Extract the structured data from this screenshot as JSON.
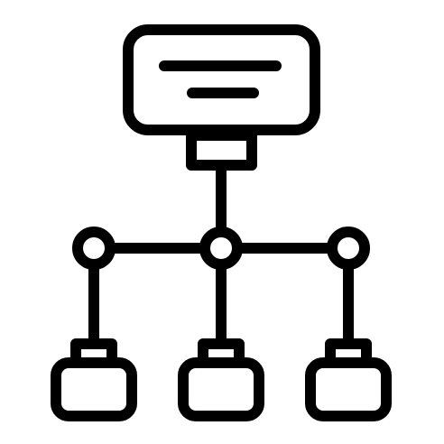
{
  "icon": {
    "name": "network-hierarchy-icon",
    "stroke_color": "#000000",
    "background_color": "#ffffff",
    "parts": {
      "top_node": "monitor-node-icon",
      "connector": "connector-node-icon",
      "child_nodes": [
        "child-node-left",
        "child-node-center",
        "child-node-right"
      ]
    }
  }
}
